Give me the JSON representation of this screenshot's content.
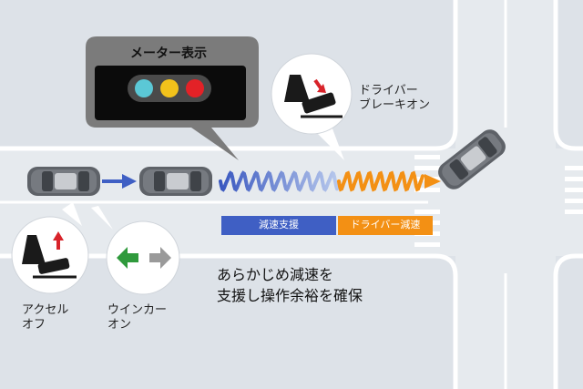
{
  "meter": {
    "title": "メーター表示",
    "lights": [
      {
        "name": "cyan",
        "color": "#5bc8d6"
      },
      {
        "name": "yellow",
        "color": "#f2c21b"
      },
      {
        "name": "red",
        "color": "#e32227"
      }
    ]
  },
  "driver_brake": {
    "line1": "ドライバー",
    "line2": "ブレーキオン"
  },
  "accel_off": {
    "line1": "アクセル",
    "line2": "オフ"
  },
  "turn_signal": {
    "line1": "ウインカー",
    "line2": "オン"
  },
  "bars": {
    "assist": "減速支援",
    "driver": "ドライバー減速"
  },
  "caption": {
    "line1": "あらかじめ減速を",
    "line2": "支援し操作余裕を確保"
  },
  "colors": {
    "road": "#e4e8ed",
    "blue": "#3f5fc4",
    "orange": "#f39014",
    "arrow_green": "#2f9a3c",
    "arrow_gray": "#9a9a9a",
    "pedal_arrow_red": "#d8232a"
  }
}
